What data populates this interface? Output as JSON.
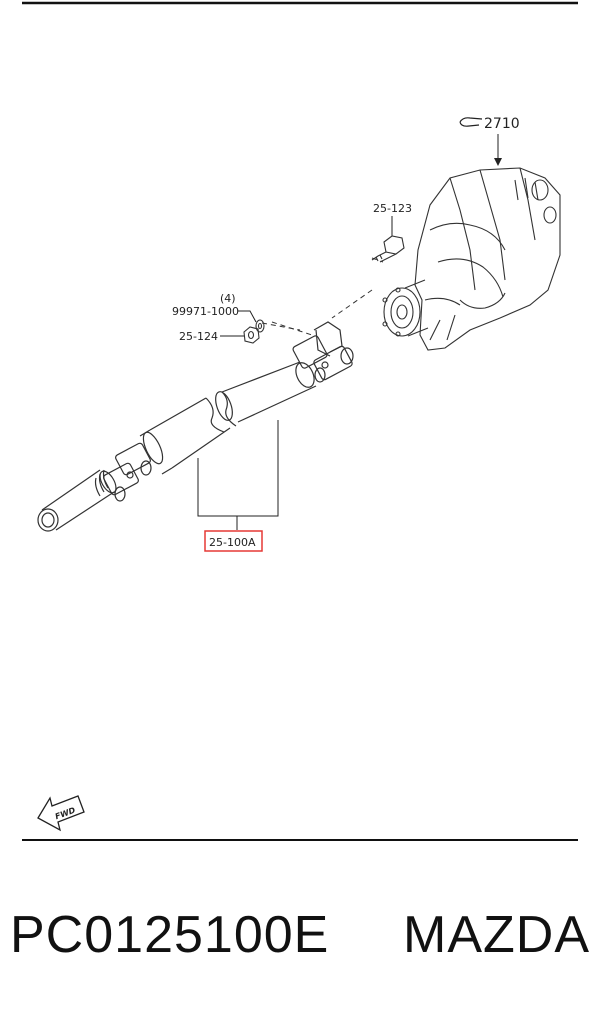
{
  "diagram": {
    "callouts": {
      "assembly_ref": "2710",
      "bolt": "25-123",
      "washer_qty": "(4)",
      "washer": "99971-1000",
      "nut": "25-124",
      "shaft_highlighted": "25-100A"
    },
    "fwd_badge": "FWD",
    "highlight_color": "#e53935"
  },
  "caption": {
    "part_number": "PC0125100E",
    "brand": "MAZDA"
  }
}
